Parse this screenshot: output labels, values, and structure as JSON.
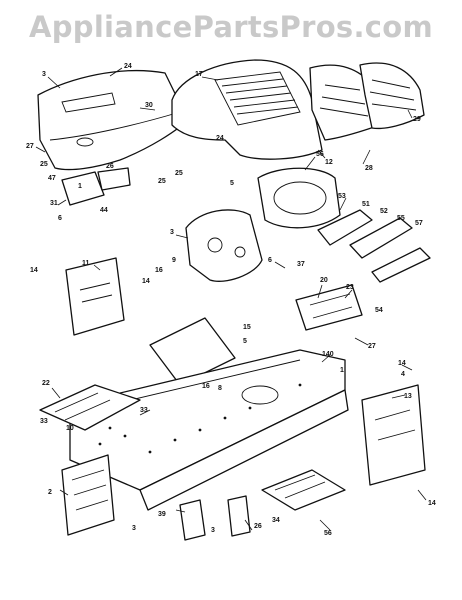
{
  "watermark": "AppliancePartsPros.com",
  "callouts": [
    "3",
    "24",
    "17",
    "30",
    "29",
    "27",
    "25",
    "47",
    "44",
    "25",
    "24",
    "25",
    "26",
    "31",
    "6",
    "1",
    "12",
    "28",
    "56",
    "5",
    "53",
    "51",
    "52",
    "55",
    "57",
    "3",
    "6",
    "9",
    "16",
    "11",
    "14",
    "14",
    "37",
    "20",
    "23",
    "54",
    "27",
    "15",
    "5",
    "8",
    "140",
    "13",
    "4",
    "14",
    "1",
    "22",
    "33",
    "10",
    "33",
    "2",
    "3",
    "39",
    "3",
    "26",
    "56",
    "34",
    "14",
    "16"
  ]
}
